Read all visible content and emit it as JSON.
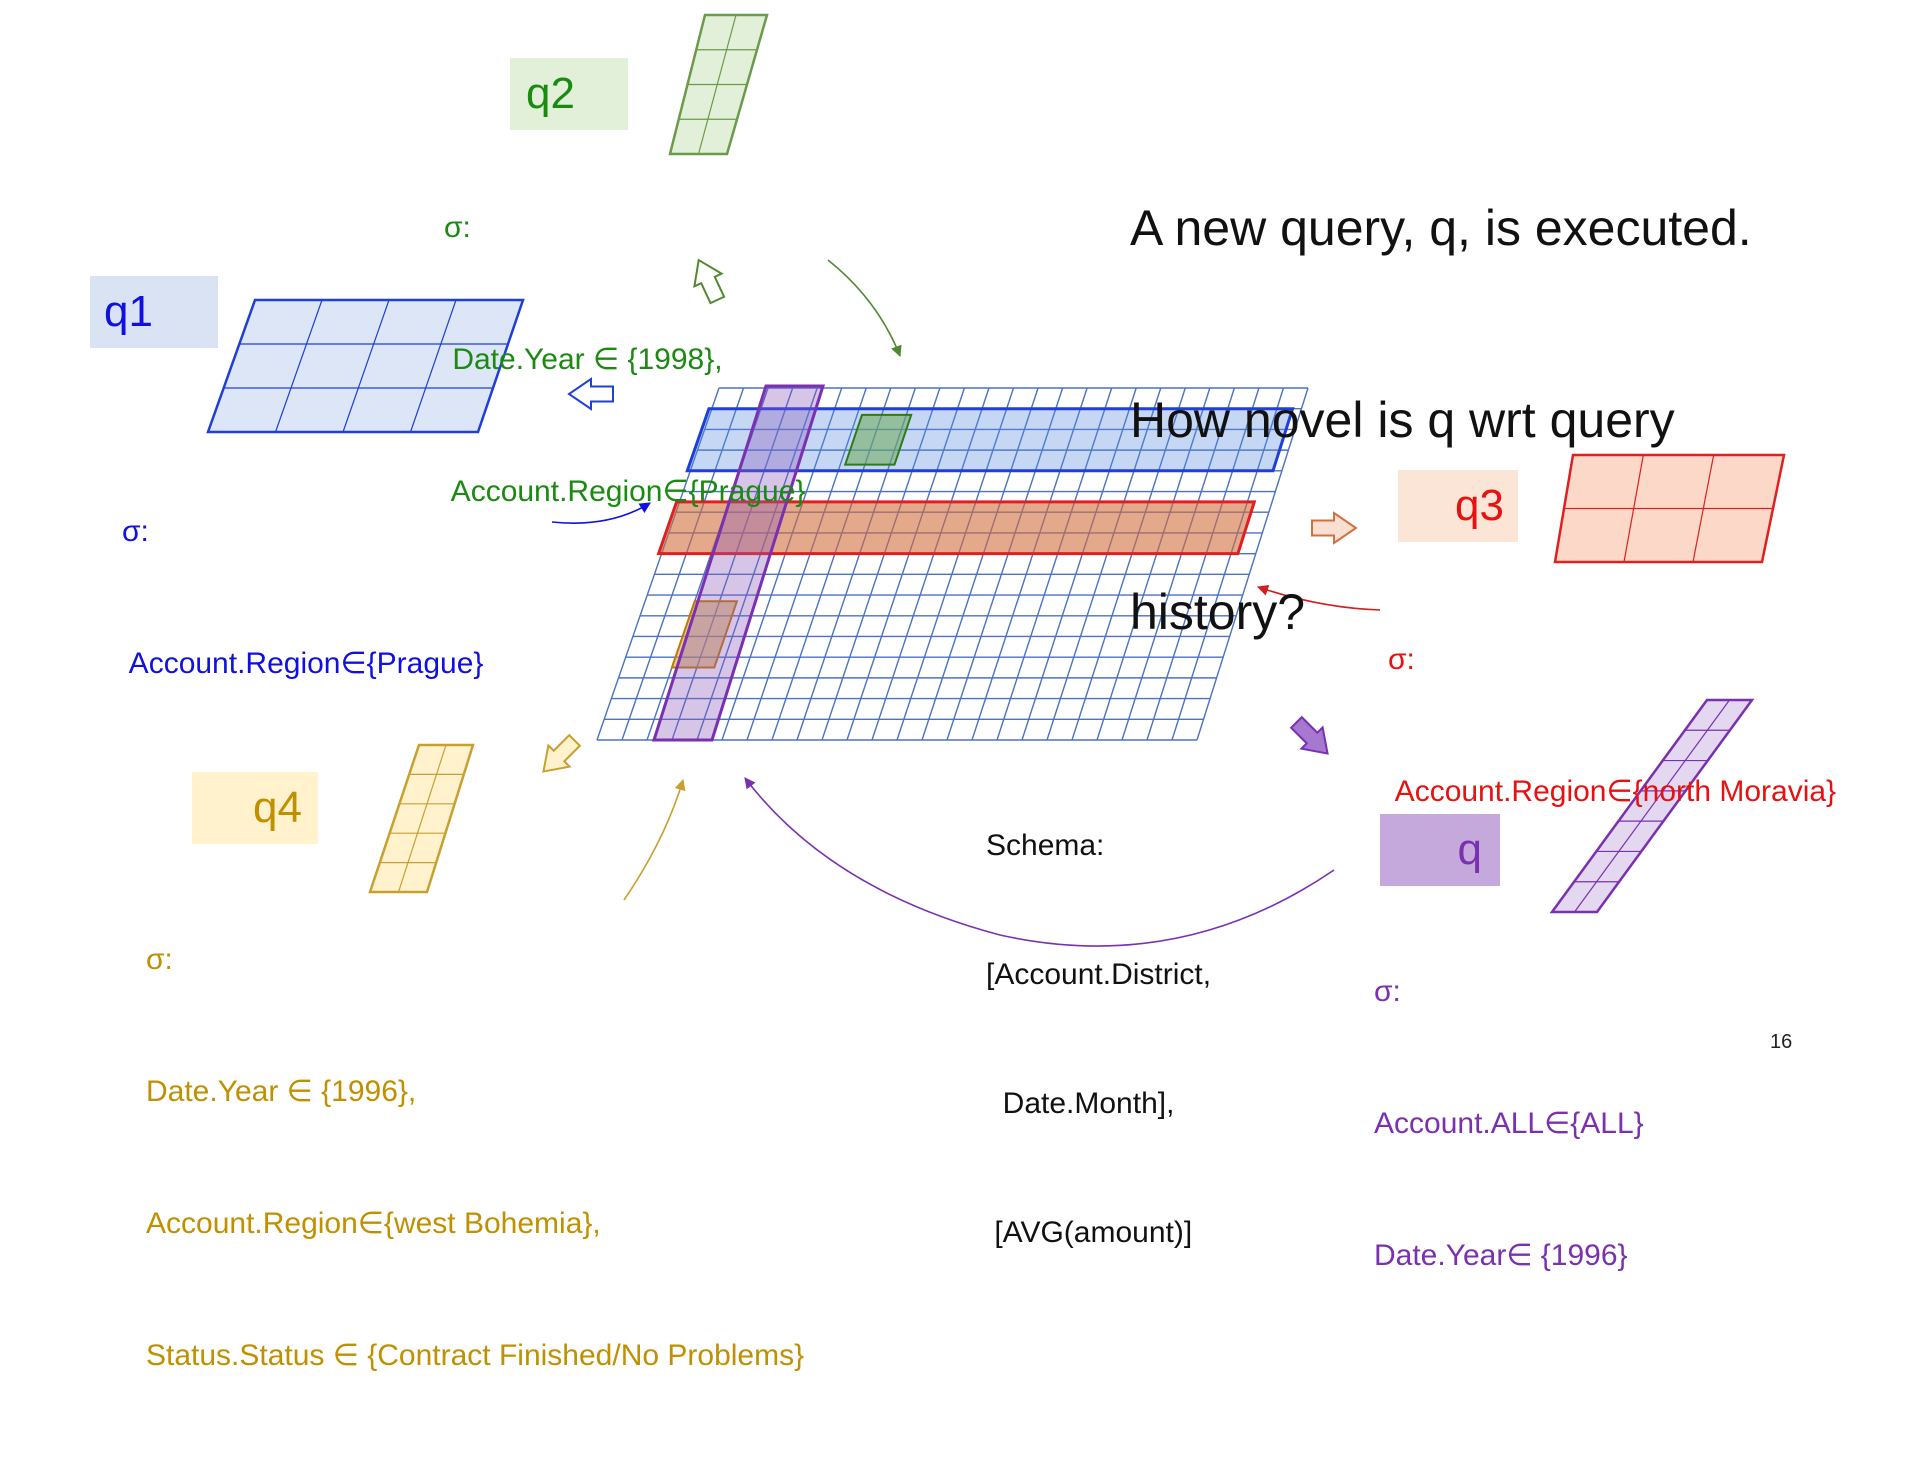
{
  "slide": {
    "question_lines": [
      "A new query, q, is executed.",
      "How novel is q wrt query",
      "history?"
    ],
    "page_number": "16",
    "schema_lines": [
      "Schema:",
      "[Account.District,",
      "  Date.Month],",
      " [AVG(amount)]"
    ]
  },
  "colors": {
    "q1": "#1010e0",
    "q2": "#1a8a10",
    "q3": "#e81010",
    "q4": "#c09000",
    "q": "#7a30b0",
    "grid": "#4a72c4"
  },
  "queries": {
    "q1": {
      "name": "q1",
      "sigma": "σ:",
      "conditions": [
        " Account.Region∈{Prague}"
      ]
    },
    "q2": {
      "name": "q2",
      "sigma": "σ:",
      "conditions": [
        " Date.Year ∈ {1998},",
        " Account.Region∈{Prague}"
      ]
    },
    "q3": {
      "name": "q3",
      "sigma": "σ:",
      "conditions": [
        " Account.Region∈{north Moravia}"
      ]
    },
    "q4": {
      "name": "q4",
      "sigma": "σ:",
      "conditions": [
        "Date.Year ∈ {1996},",
        "Account.Region∈{west Bohemia},",
        "Status.Status ∈ {Contract Finished/No Problems}"
      ]
    },
    "q": {
      "name": "q",
      "sigma": "σ:",
      "conditions": [
        "Account.ALL∈{ALL}",
        "Date.Year∈ {1996}"
      ]
    }
  }
}
